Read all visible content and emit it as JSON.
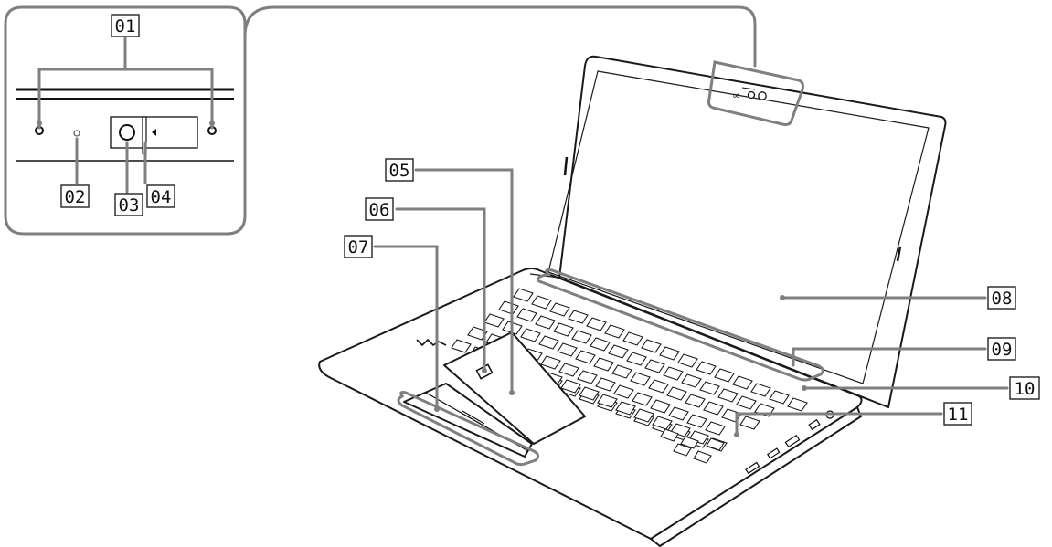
{
  "colors": {
    "leader": "#7f7f7f",
    "outline": "#1a1a1a",
    "background": "#ffffff"
  },
  "callouts": [
    {
      "id": "01",
      "label": "01"
    },
    {
      "id": "02",
      "label": "02"
    },
    {
      "id": "03",
      "label": "03"
    },
    {
      "id": "04",
      "label": "04"
    },
    {
      "id": "05",
      "label": "05"
    },
    {
      "id": "06",
      "label": "06"
    },
    {
      "id": "07",
      "label": "07"
    },
    {
      "id": "08",
      "label": "08"
    },
    {
      "id": "09",
      "label": "09"
    },
    {
      "id": "10",
      "label": "10"
    },
    {
      "id": "11",
      "label": "11"
    }
  ],
  "inset": {
    "icons": [
      "microphone-hole",
      "light-sensor",
      "camera-lens",
      "camera-shutter-switch"
    ]
  }
}
